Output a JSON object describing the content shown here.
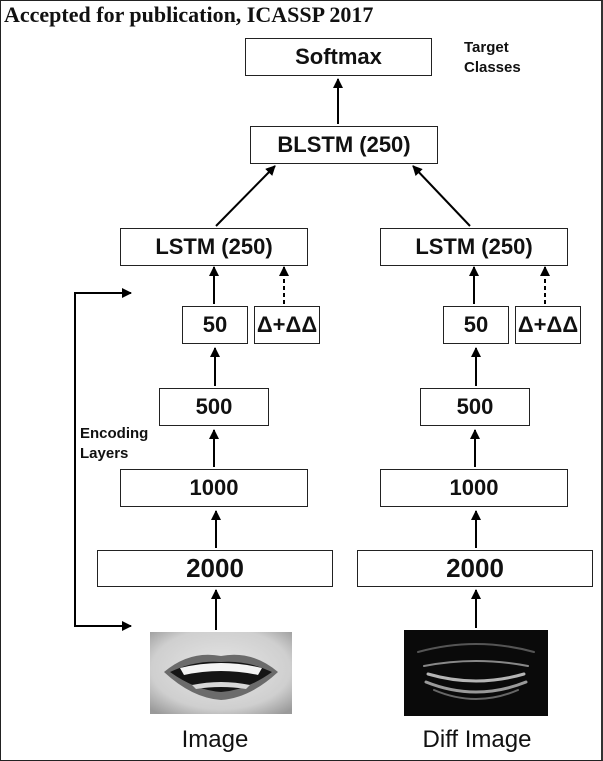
{
  "header": "Accepted for publication, ICASSP 2017",
  "diagram": {
    "softmax": "Softmax",
    "target_classes": [
      "Target",
      "Classes"
    ],
    "blstm": "BLSTM (250)",
    "left_stream": {
      "lstm": "LSTM (250)",
      "bottleneck": "50",
      "delta": "Δ+ΔΔ",
      "layer_500": "500",
      "layer_1000": "1000",
      "layer_2000": "2000",
      "input_caption": "Image"
    },
    "right_stream": {
      "lstm": "LSTM (250)",
      "bottleneck": "50",
      "delta": "Δ+ΔΔ",
      "layer_500": "500",
      "layer_1000": "1000",
      "layer_2000": "2000",
      "input_caption": "Diff Image"
    },
    "encoding_layers": [
      "Encoding",
      "Layers"
    ]
  }
}
